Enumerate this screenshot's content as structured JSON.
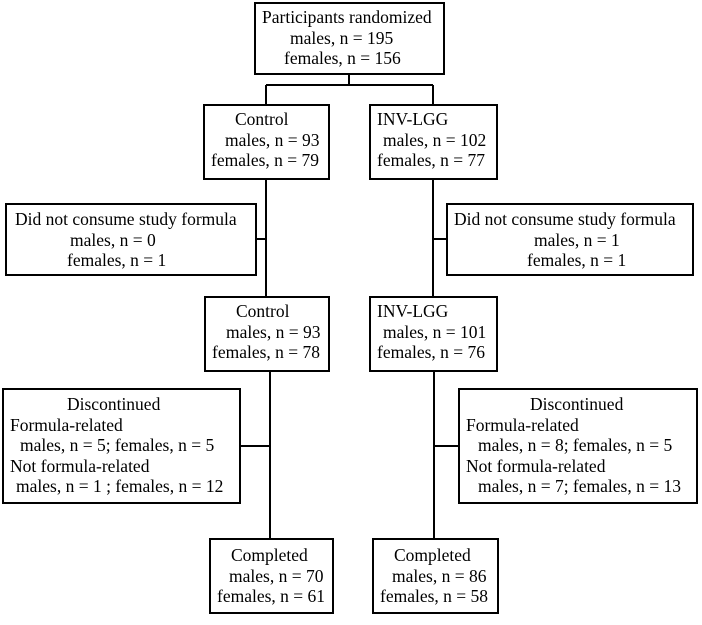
{
  "randomized": {
    "title": "Participants randomized",
    "males": "males, n = 195",
    "females": "females, n = 156"
  },
  "control_allocated": {
    "title": "Control",
    "males": "males, n = 93",
    "females": "females, n = 79"
  },
  "lgg_allocated": {
    "title": "INV-LGG",
    "males": "males, n = 102",
    "females": "females, n = 77"
  },
  "control_not_consumed": {
    "title": "Did not consume study formula",
    "males": "males, n = 0",
    "females": "females, n = 1"
  },
  "lgg_not_consumed": {
    "title": "Did not consume study formula",
    "males": "males, n = 1",
    "females": "females, n = 1"
  },
  "control_consumed": {
    "title": "Control",
    "males": "males, n = 93",
    "females": "females, n = 78"
  },
  "lgg_consumed": {
    "title": "INV-LGG",
    "males": "males, n = 101",
    "females": "females, n = 76"
  },
  "control_discontinued": {
    "title": "Discontinued",
    "formula_label": "Formula-related",
    "formula_counts": "males, n = 5; females, n = 5",
    "not_formula_label": "Not formula-related",
    "not_formula_counts": "males, n = 1 ; females, n = 12"
  },
  "lgg_discontinued": {
    "title": "Discontinued",
    "formula_label": "Formula-related",
    "formula_counts": "males, n = 8; females, n = 5",
    "not_formula_label": "Not formula-related",
    "not_formula_counts": "males, n = 7; females, n = 13"
  },
  "control_completed": {
    "title": "Completed",
    "males": "males, n = 70",
    "females": "females, n = 61"
  },
  "lgg_completed": {
    "title": "Completed",
    "males": "males, n = 86",
    "females": "females, n = 58"
  },
  "colors": {
    "line": "#000000",
    "border": "#000000",
    "background": "#ffffff"
  }
}
